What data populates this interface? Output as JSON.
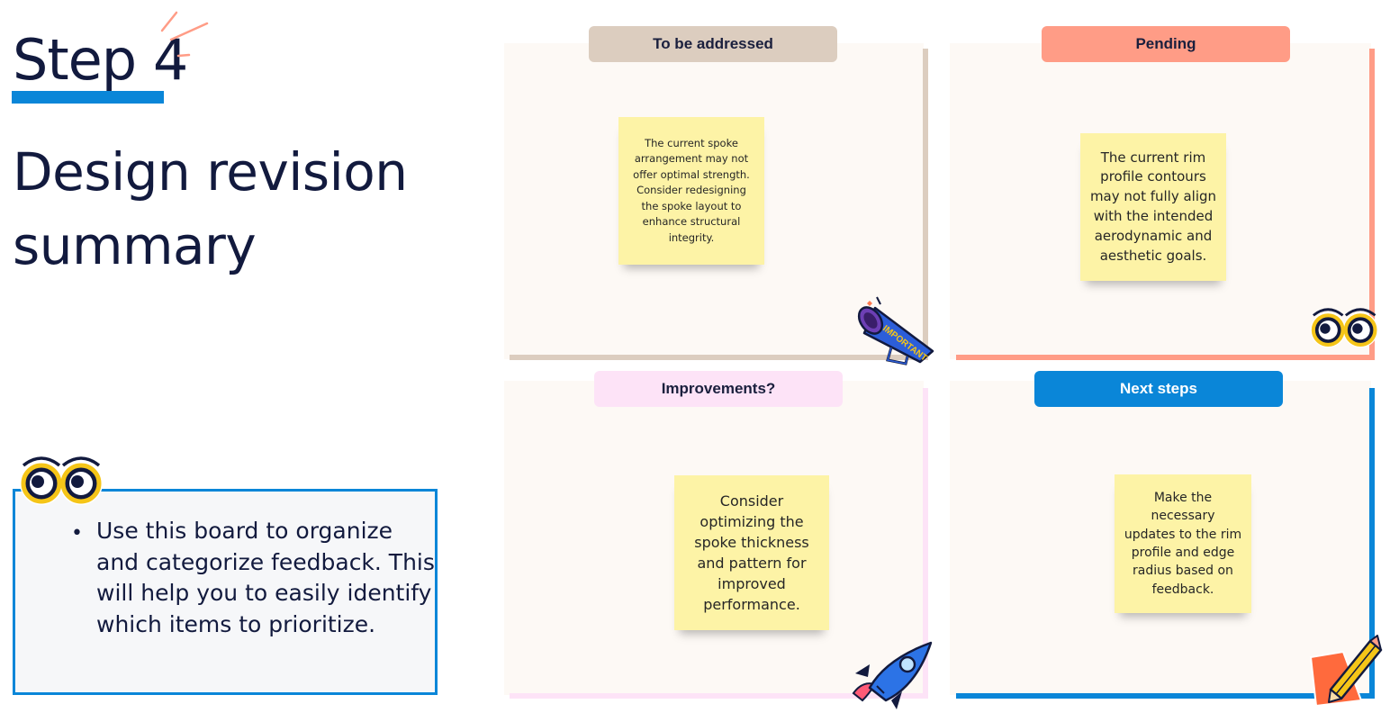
{
  "header": {
    "step_label": "Step 4",
    "page_title_line1": "Design revision",
    "page_title_line2": "summary"
  },
  "info_card": {
    "text": "Use this board to organize and categorize feedback. This will help you to easily identify which items to prioritize."
  },
  "quadrants": [
    {
      "tab_label": "To be addressed",
      "tab_color": "#dccdbf",
      "edge_color": "#dccdbf",
      "note": "The current spoke arrangement may not offer optimal strength. Consider redesigning the spoke layout to enhance structural integrity.",
      "sticker": "important-megaphone-icon",
      "sticker_text": "IMPORTANT"
    },
    {
      "tab_label": "Pending",
      "tab_color": "#ff9c86",
      "edge_color": "#ff9c86",
      "note": "The current rim profile contours may not fully align with the intended aerodynamic and aesthetic goals.",
      "sticker": "googly-eyes-icon"
    },
    {
      "tab_label": "Improvements?",
      "tab_color": "#fde3f7",
      "edge_color": "#fde3f7",
      "note": "Consider optimizing the spoke thickness and pattern for improved performance.",
      "sticker": "rocket-icon"
    },
    {
      "tab_label": "Next steps",
      "tab_color": "#0a86d8",
      "edge_color": "#0a86d8",
      "note": "Make the necessary updates to the rim profile and edge radius based on feedback.",
      "sticker": "pencil-icon"
    }
  ],
  "colors": {
    "text_dark": "#121a3e",
    "accent_blue": "#0a86d8",
    "sticky_yellow": "#fdf3a6",
    "board_bg": "#fdf9f5"
  }
}
